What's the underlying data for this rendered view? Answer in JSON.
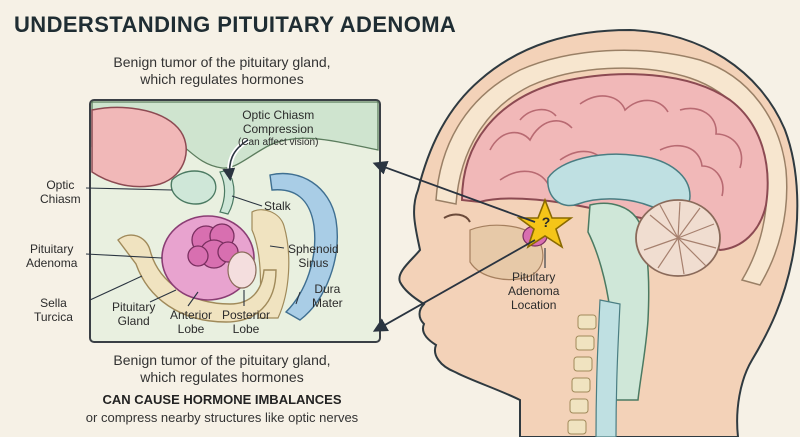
{
  "header": {
    "title": "UNDERSTANDING PITUITARY ADENOMA",
    "subtitle_lines": [
      "Benign tumor of the pituitary gland,",
      "which regulates hormones"
    ]
  },
  "labels": {
    "optic_chiasm_compression_lines": [
      "Optic Chiasm",
      "Compression"
    ],
    "optic_chiasm_compression_note": "(Can affect vision)",
    "optic_chiasm_lines": [
      "Optic",
      "Chiasm"
    ],
    "stalk": "Stalk",
    "pituitary_adenoma_lines": [
      "Pituitary",
      "Adenoma"
    ],
    "sphenoid_sinus_lines": [
      "Sphenoid",
      "Sinus"
    ],
    "sella_turcica_lines": [
      "Sella",
      "Turcica"
    ],
    "pituitary_gland_lines": [
      "Pituitary",
      "Gland"
    ],
    "anterior_lobe_lines": [
      "Anterior",
      "Lobe"
    ],
    "posterior_lobe_lines": [
      "Posterior",
      "Lobe"
    ],
    "dura_mater_lines": [
      "Dura",
      "Mater"
    ],
    "location_lines": [
      "Pituitary",
      "Adenoma",
      "Location"
    ],
    "marker_symbol": "?"
  },
  "footer": {
    "caption_lines": [
      "Benign tumor of the pituitary gland,",
      "which regulates hormones"
    ],
    "warning": "CAN CAUSE HORMONE IMBALANCES",
    "detail": "or compress nearby structures like optic nerves"
  },
  "colors": {
    "background": "#f6f1e6",
    "skin": "#f3d2b8",
    "brain": "#f1b8b8",
    "ventricle": "#bfe0e2",
    "adenoma": "#d86fb0",
    "marker": "#f5c518",
    "bone": "#f0e3c0"
  }
}
